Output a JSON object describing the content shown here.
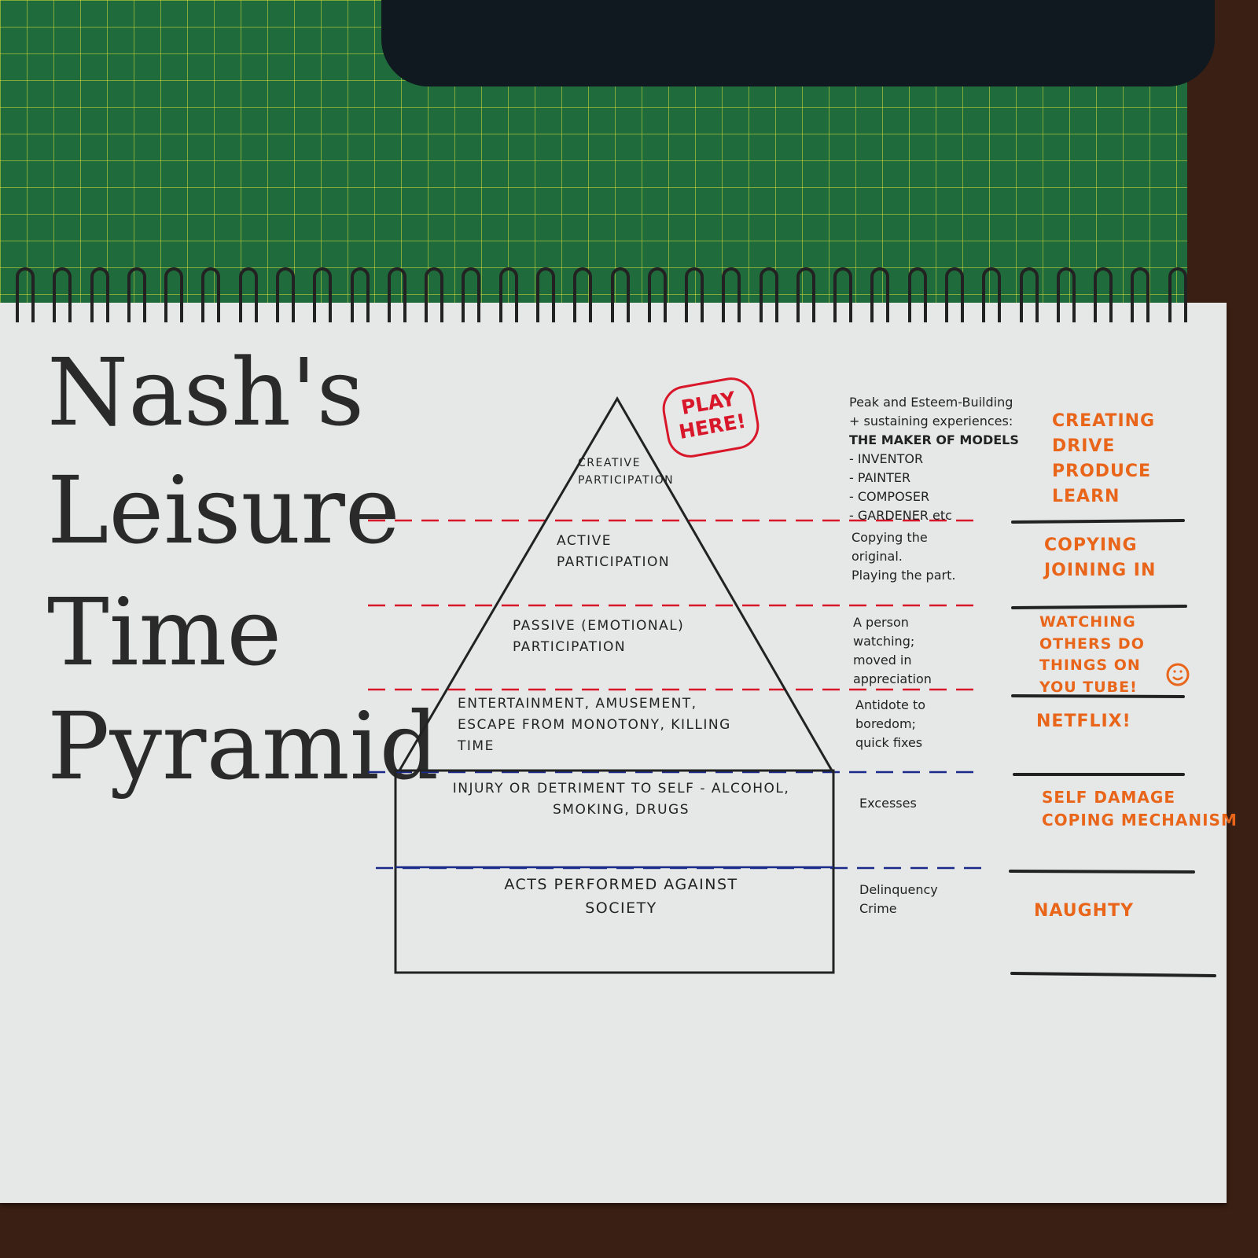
{
  "title": {
    "line1": "Nash's",
    "line2": "Leisure",
    "line3": "Time",
    "line4": "Pyramid"
  },
  "callout": "PLAY HERE!",
  "colors": {
    "level_divider_upper": "#d8182a",
    "level_divider_lower": "#1a2a8a",
    "annotation": "#e8651a",
    "ink": "#222222"
  },
  "levels": [
    {
      "label": "Creative Participation",
      "note": [
        "Peak and Esteem-Building",
        "+ sustaining experiences:",
        "THE MAKER OF MODELS",
        "- INVENTOR",
        "- PAINTER",
        "- COMPOSER",
        "- GARDENER etc"
      ],
      "tag": [
        "CREATING",
        "DRIVE",
        "PRODUCE",
        "LEARN"
      ]
    },
    {
      "label": "Active Participation",
      "note": [
        "Copying the",
        "original.",
        "Playing the part."
      ],
      "tag": [
        "COPYING",
        "JOINING IN"
      ]
    },
    {
      "label": "Passive (Emotional) Participation",
      "note": [
        "A person",
        "watching;",
        "moved in",
        "appreciation"
      ],
      "tag": [
        "WATCHING",
        "OTHERS DO",
        "THINGS ON",
        "YOU TUBE!"
      ]
    },
    {
      "label": "Entertainment, Amusement, Escape from Monotony, Killing Time",
      "note": [
        "Antidote to",
        "boredom;",
        "quick fixes"
      ],
      "tag": [
        "NETFLIX!"
      ]
    },
    {
      "label": "Injury or Detriment to Self - Alcohol, Smoking, Drugs",
      "note": [
        "Excesses"
      ],
      "tag": [
        "SELF DAMAGE",
        "COPING MECHANISM"
      ]
    },
    {
      "label": "Acts Performed Against Society",
      "note": [
        "Delinquency",
        "Crime"
      ],
      "tag": [
        "NAUGHTY"
      ]
    }
  ],
  "icons": {
    "smiley": "smiley-face-icon"
  }
}
